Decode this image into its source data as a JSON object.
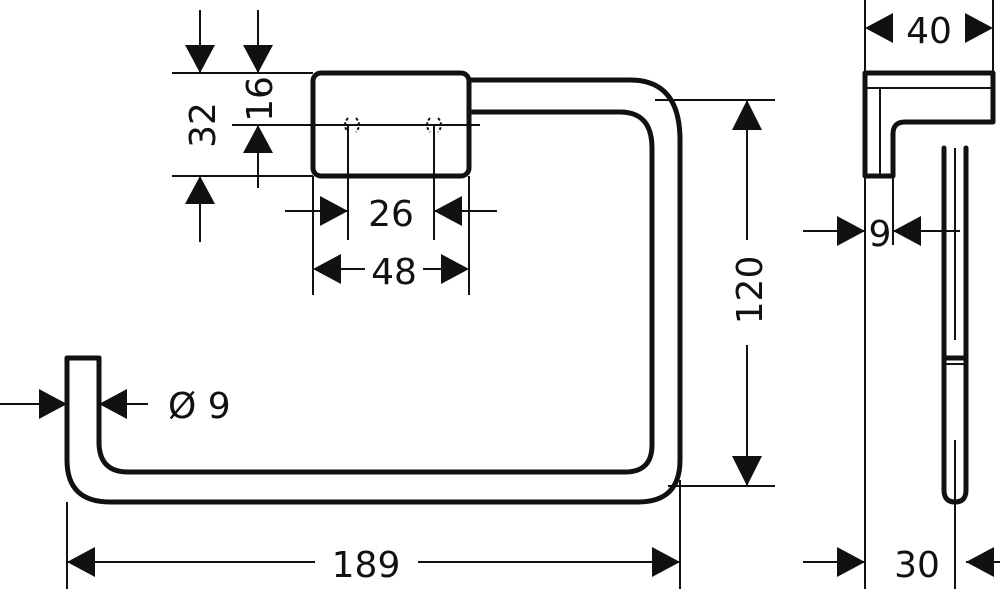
{
  "labels": {
    "width_total": "189",
    "height_ring": "120",
    "mount_width": "48",
    "mount_inner": "26",
    "mount_height": "32",
    "mount_half": "16",
    "tube_diameter": "Ø 9",
    "side_depth": "40",
    "side_thickness": "9",
    "side_projection": "30"
  },
  "colors": {
    "line": "#111111",
    "background": "#ffffff"
  }
}
